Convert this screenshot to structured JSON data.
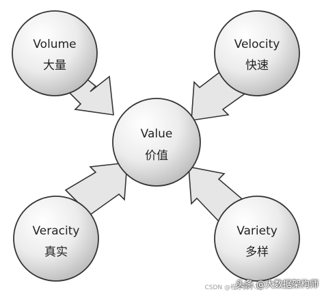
{
  "center": {
    "title": "Value",
    "subtitle": "价值"
  },
  "nodes": [
    {
      "id": "volume",
      "title": "Volume",
      "subtitle": "大量"
    },
    {
      "id": "velocity",
      "title": "Velocity",
      "subtitle": "快速"
    },
    {
      "id": "veracity",
      "title": "Veracity",
      "subtitle": "真实"
    },
    {
      "id": "variety",
      "title": "Variety",
      "subtitle": "多样"
    }
  ],
  "watermark": {
    "text": "头条 @大数据架构师",
    "csdn": "CSDN @程序员小灰"
  },
  "colors": {
    "circle_light": "#ffffff",
    "circle_dark": "#bcbcbc",
    "outline": "#333333",
    "arrow_fill": "#e6e6e6"
  }
}
